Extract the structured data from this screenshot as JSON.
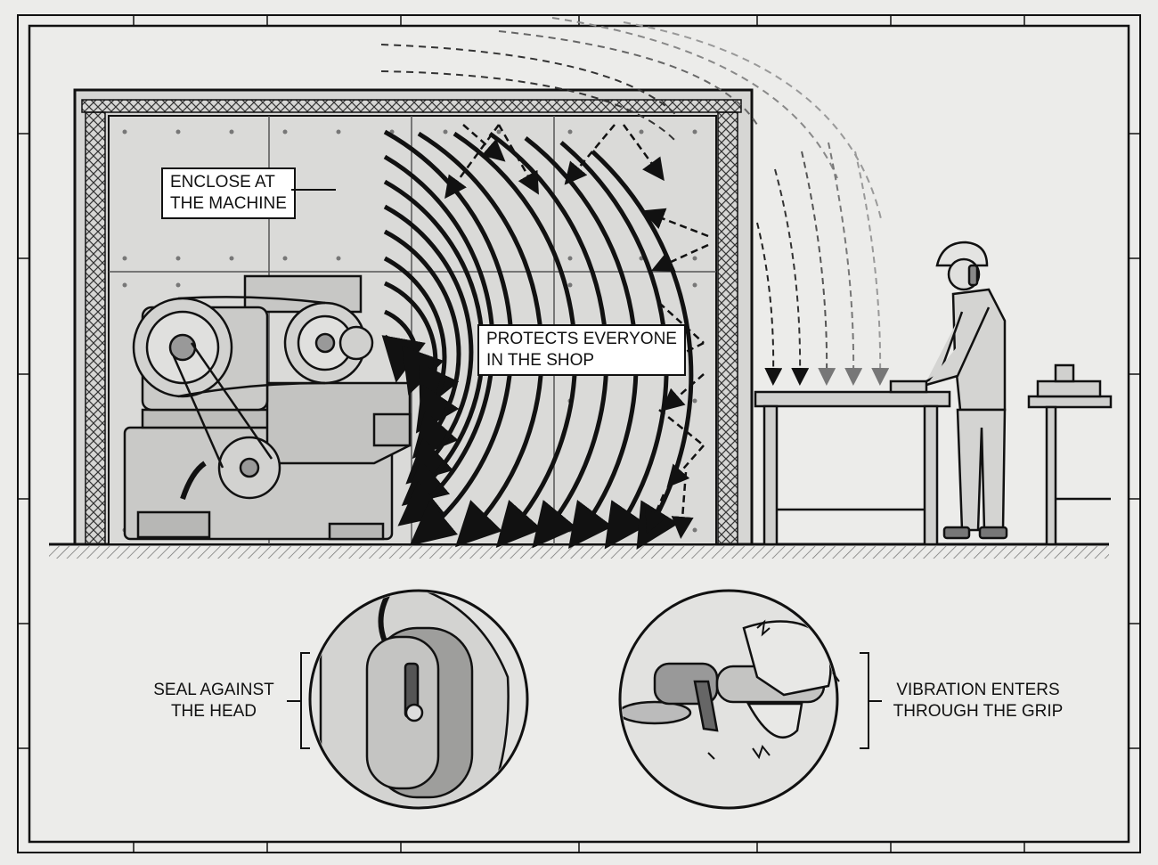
{
  "callouts": {
    "enclose": {
      "line1": "ENCLOSE AT",
      "line2": "THE MACHINE"
    },
    "protects": {
      "line1": "PROTECTS EVERYONE",
      "line2": "IN THE SHOP"
    },
    "seal": {
      "line1": "SEAL AGAINST",
      "line2": "THE HEAD"
    },
    "vibration": {
      "line1": "VIBRATION ENTERS",
      "line2": "THROUGH THE GRIP"
    }
  },
  "colors": {
    "paper": "#ececea",
    "ink": "#111111",
    "enclosure_fill": "#d9d9d7",
    "panel_fill": "#cfcfcd",
    "callout_bg": "#ffffff"
  },
  "icons": {
    "machine": "belt-drive-grinder-icon",
    "worker": "worker-with-earmuffs-icon",
    "earmuff": "earmuff-icon",
    "grinder": "angle-grinder-icon"
  }
}
